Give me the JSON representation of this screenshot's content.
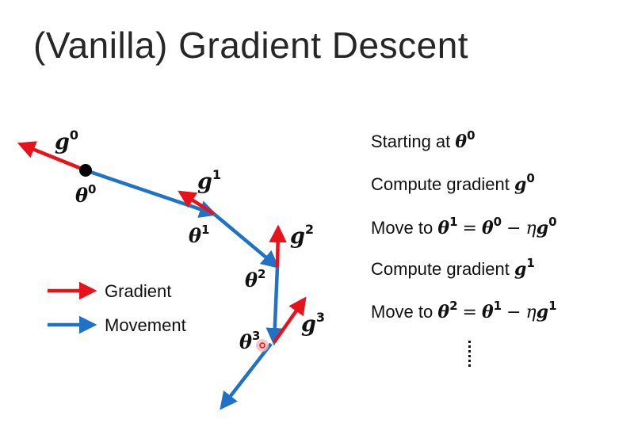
{
  "title": "(Vanilla) Gradient Descent",
  "colors": {
    "gradient": "#e8121b",
    "movement": "#1f72c6",
    "point": "#000000"
  },
  "diagram": {
    "theta0_label": "θ",
    "theta0_sup": "0",
    "theta1_label": "θ",
    "theta1_sup": "1",
    "theta2_label": "θ",
    "theta2_sup": "2",
    "theta3_label": "θ",
    "theta3_sup": "3",
    "g0_label": "g",
    "g0_sup": "0",
    "g1_label": "g",
    "g1_sup": "1",
    "g2_label": "g",
    "g2_sup": "2",
    "g3_label": "g",
    "g3_sup": "3"
  },
  "legend": {
    "gradient_label": "Gradient",
    "movement_label": "Movement"
  },
  "steps": [
    {
      "text": "Starting at ",
      "m1": "θ",
      "s1": "0"
    },
    {
      "text": "Compute gradient ",
      "m1": "g",
      "s1": "0"
    },
    {
      "text": "Move to ",
      "m1": "θ",
      "s1": "1",
      "eq": "=",
      "m2": "θ",
      "s2": "0",
      "minus": "−",
      "eta": "η",
      "m3": "g",
      "s3": "0"
    },
    {
      "text": "Compute gradient ",
      "m1": "g",
      "s1": "1"
    },
    {
      "text": "Move to ",
      "m1": "θ",
      "s1": "2",
      "eq": "=",
      "m2": "θ",
      "s2": "1",
      "minus": "−",
      "eta": "η",
      "m3": "g",
      "s3": "1"
    }
  ],
  "ellipsis": "⋮"
}
